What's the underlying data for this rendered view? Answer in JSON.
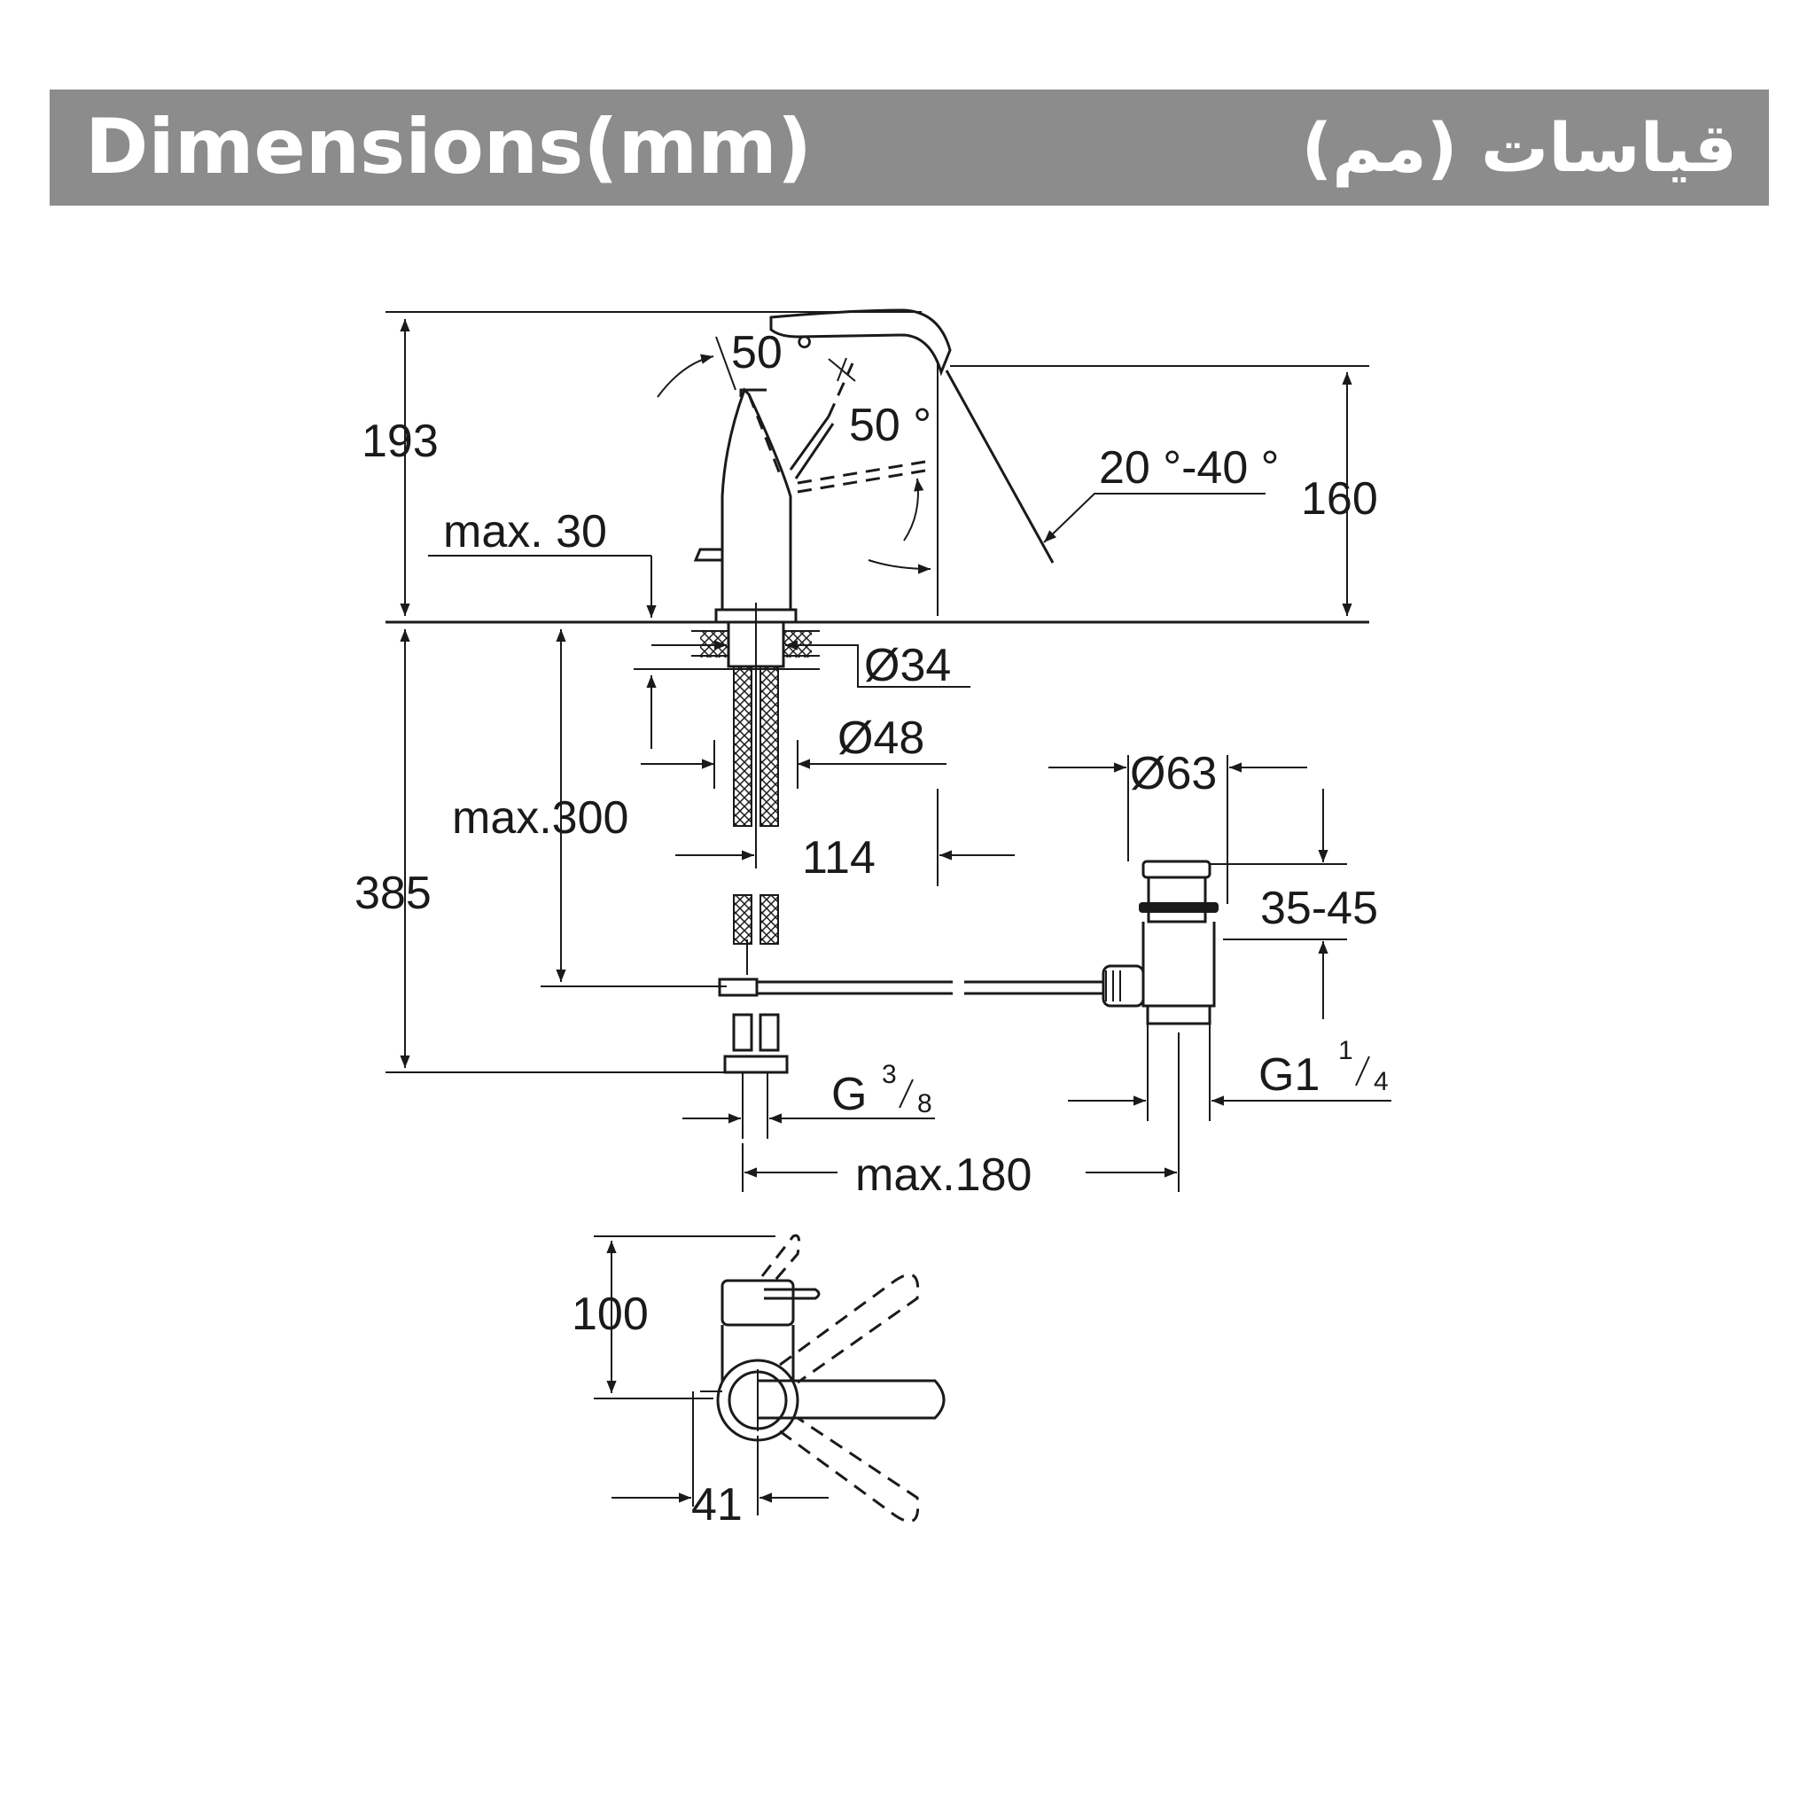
{
  "header": {
    "title_en": "Dimensions(mm)",
    "title_ar": "قياسات (مم)"
  },
  "labels": {
    "h193": "193",
    "h160": "160",
    "h385": "385",
    "h100": "100",
    "max30": "max. 30",
    "max300": "max.300",
    "max180": "max.180",
    "d114": "114",
    "d41": "41",
    "dia34": "Ø34",
    "dia48": "Ø48",
    "dia63": "Ø63",
    "range3545": "35-45",
    "angle50a": "50 °",
    "angle50b": "50 °",
    "angle2040": "20 °-40 °",
    "g38_main": "G",
    "g38_num": "3",
    "g38_den": "8",
    "g114_main": "G1",
    "g114_num": "1",
    "g114_den": "4"
  },
  "colors": {
    "header_bg": "#8c8c8c",
    "header_text": "#ffffff",
    "line": "#1a1a1a"
  }
}
